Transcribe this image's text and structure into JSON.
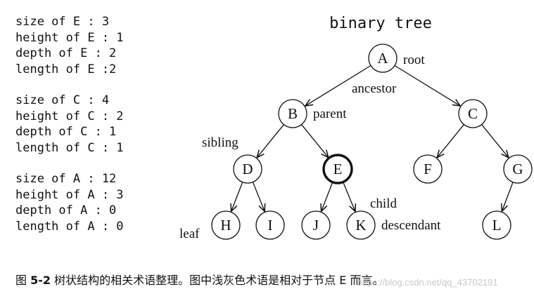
{
  "stats": [
    {
      "lines": [
        "size of E : 3",
        "height of E : 1",
        "depth of E : 2",
        "length of E :2"
      ]
    },
    {
      "lines": [
        "size of C : 4",
        "height of C : 2",
        "depth of C : 1",
        "length of C : 1"
      ]
    },
    {
      "lines": [
        "size of A : 12",
        "height of A : 3",
        "depth of A : 0",
        "length of A : 0"
      ]
    }
  ],
  "diagram": {
    "title": "binary tree",
    "nodes": [
      "A",
      "B",
      "C",
      "D",
      "E",
      "F",
      "G",
      "H",
      "I",
      "J",
      "K",
      "L"
    ],
    "highlighted_node": "E",
    "edges": [
      [
        "A",
        "B"
      ],
      [
        "A",
        "C"
      ],
      [
        "B",
        "D"
      ],
      [
        "B",
        "E"
      ],
      [
        "C",
        "F"
      ],
      [
        "C",
        "G"
      ],
      [
        "D",
        "H"
      ],
      [
        "D",
        "I"
      ],
      [
        "E",
        "J"
      ],
      [
        "E",
        "K"
      ],
      [
        "G",
        "L"
      ]
    ],
    "terms": {
      "root": "root",
      "ancestor": "ancestor",
      "parent": "parent",
      "sibling": "sibling",
      "child": "child",
      "leaf": "leaf",
      "descendant": "descendant"
    }
  },
  "caption": {
    "prefix": "图",
    "number": "5-2",
    "text": "树状结构的相关术语整理。图中浅灰色术语是相对于节点 E 而言。"
  },
  "watermark": "https://blog.csdn.net/qq_43702191"
}
